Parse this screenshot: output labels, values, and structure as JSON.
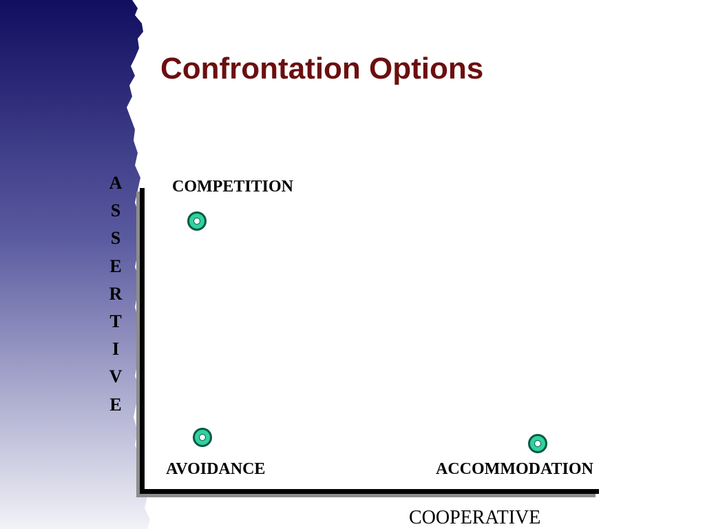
{
  "slide": {
    "title": "Confrontation Options",
    "title_color": "#6b0f0f",
    "band_colors": {
      "top": "#110e60",
      "middle": "#5a5aa0",
      "bottom": "#f2f2f8"
    }
  },
  "diagram": {
    "y_axis_label": "ASSERTIVE",
    "y_axis_letters": [
      "A",
      "S",
      "S",
      "E",
      "R",
      "T",
      "I",
      "V",
      "E"
    ],
    "x_axis_label": "COOPERATIVE",
    "marker_color": "#2fd2a0",
    "points": [
      {
        "label": "COMPETITION"
      },
      {
        "label": "AVOIDANCE"
      },
      {
        "label": "ACCOMMODATION"
      }
    ]
  }
}
